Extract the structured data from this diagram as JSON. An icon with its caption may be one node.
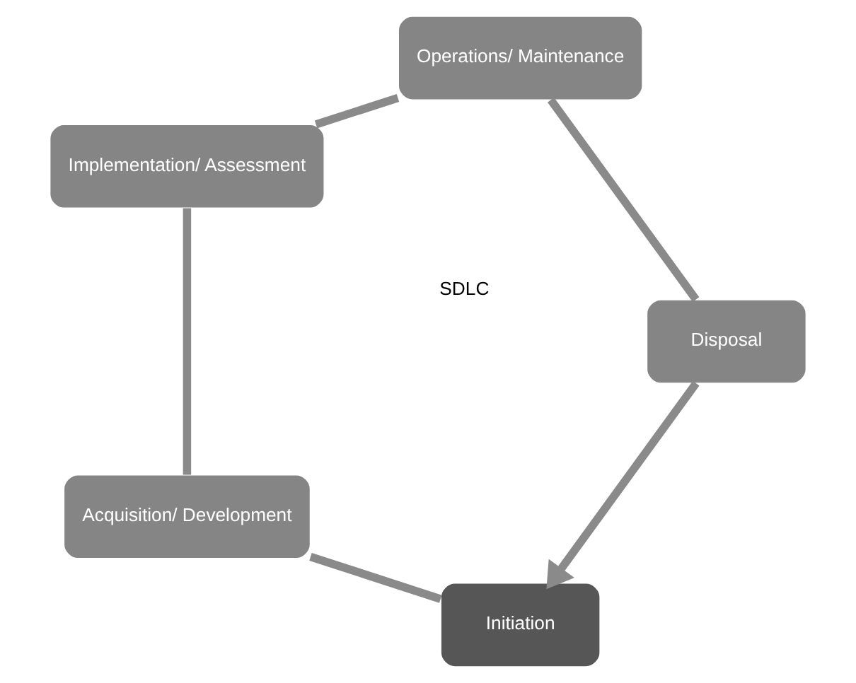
{
  "diagram": {
    "nodes": [
      {
        "text": [
          "Initiation"
        ]
      },
      {
        "text": [
          "Acquisition/ Development"
        ]
      },
      {
        "text": [
          "Implementation/ Assessment"
        ]
      },
      {
        "text": [
          "Operations/ Maintenance"
        ]
      },
      {
        "text": [
          "Disposal"
        ]
      }
    ],
    "edges": [
      {
        "from": 0,
        "to": 1,
        "arrow": "none"
      },
      {
        "from": 1,
        "to": 2,
        "arrow": "none"
      },
      {
        "from": 2,
        "to": 3,
        "arrow": "none"
      },
      {
        "from": 3,
        "to": 4,
        "arrow": "none"
      },
      {
        "from": 4,
        "to": 0,
        "arrow": "to"
      }
    ],
    "labels": [
      "SDLC"
    ]
  }
}
